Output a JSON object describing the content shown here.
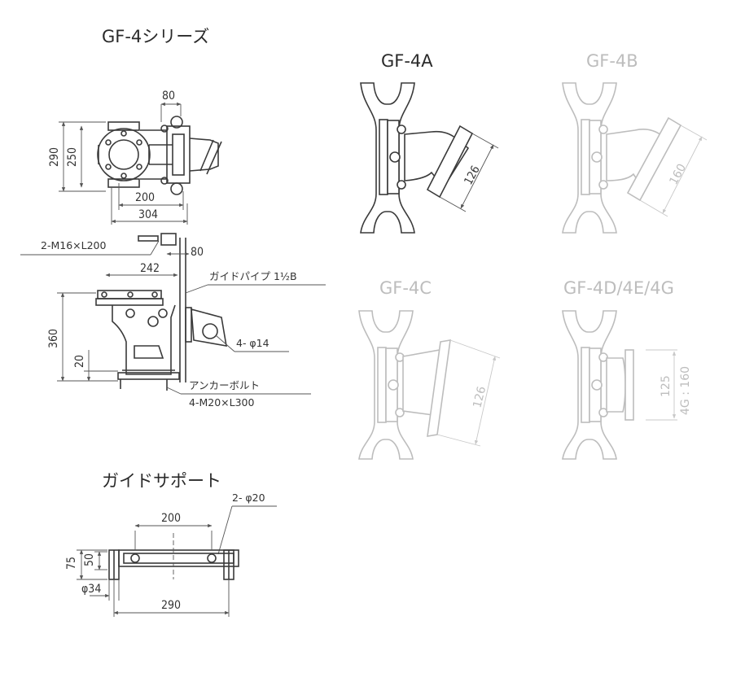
{
  "series_title": "GF-4シリーズ",
  "models": [
    {
      "label": "GF-4A",
      "color": "#2a2a2a",
      "dimension": "126"
    },
    {
      "label": "GF-4B",
      "color": "#bdbdbd",
      "dimension": "160"
    },
    {
      "label": "GF-4C",
      "color": "#bdbdbd",
      "dimension": "126"
    },
    {
      "label": "GF-4D/4E/4G",
      "color": "#bdbdbd",
      "dimension_a": "125",
      "dimension_b": "4G : 160"
    }
  ],
  "top_view": {
    "dim_width_top": "80",
    "dim_height_outer": "290",
    "dim_height_inner": "250",
    "dim_width_inner": "200",
    "dim_width_outer": "304"
  },
  "side_view": {
    "bolt_label": "2-M16×L200",
    "dim_top_right": "80",
    "dim_width": "242",
    "guide_pipe_label": "ガイドパイプ 1½B",
    "hole_label": "4- φ14",
    "dim_height": "360",
    "dim_base": "20",
    "anchor_label": "アンカーボルト",
    "anchor_spec": "4-M20×L300"
  },
  "guide_support": {
    "title": "ガイドサポート",
    "hole_label": "2- φ20",
    "dim_span": "200",
    "dim_height_outer": "75",
    "dim_height_inner": "50",
    "dim_diameter": "φ34",
    "dim_width": "290"
  }
}
